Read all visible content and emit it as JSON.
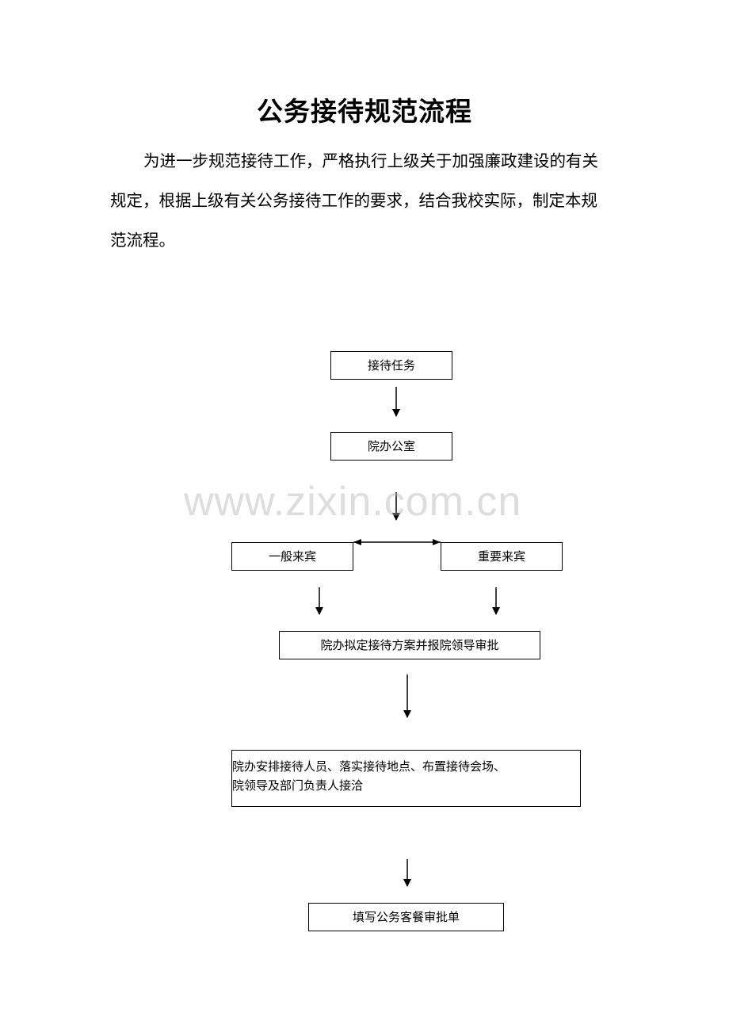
{
  "document": {
    "title": "公务接待规范流程",
    "intro_paragraph": "为进一步规范接待工作，严格执行上级关于加强廉政建设的有关规定，根据上级有关公务接待工作的要求，结合我校实际，制定本规范流程。",
    "intro_lines": [
      "为进一步规范接待工作，严格执行上级关于加强廉政建设的有关",
      "规定，根据上级有关公务接待工作的要求，结合我校实际，制定本规",
      "范流程。"
    ]
  },
  "watermark": "www.zixin.com.cn",
  "flowchart": {
    "nodes": {
      "task": "接待任务",
      "office": "院办公室",
      "general_guest": "一般来宾",
      "important_guest": "重要来宾",
      "plan_approval": "院办拟定接待方案并报院领导审批",
      "arrange_line1": "院办安排接待人员、落实接待地点、布置接待会场、",
      "arrange_line2": "院领导及部门负责人接洽",
      "meal_form": "填写公务客餐审批单"
    },
    "edges": [
      {
        "from": "task",
        "to": "office"
      },
      {
        "from": "office",
        "to": "general_guest/important_guest"
      },
      {
        "from": "general_guest",
        "to": "important_guest",
        "bidirectional": true
      },
      {
        "from": "general_guest",
        "to": "plan_approval"
      },
      {
        "from": "important_guest",
        "to": "plan_approval"
      },
      {
        "from": "plan_approval",
        "to": "arrange"
      },
      {
        "from": "arrange",
        "to": "meal_form"
      }
    ]
  }
}
